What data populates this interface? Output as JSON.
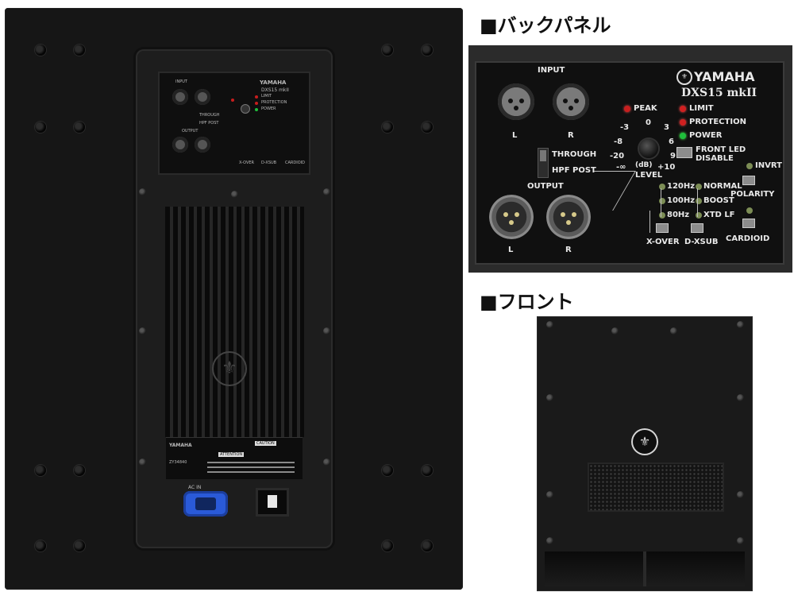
{
  "headings": {
    "back_panel": "■バックパネル",
    "front": "■フロント"
  },
  "zoom_panel": {
    "brand": "YAMAHA",
    "model": "DXS15 mkII",
    "input_label": "INPUT",
    "output_label": "OUTPUT",
    "left": "L",
    "right": "R",
    "peak": "PEAK",
    "limit": "LIMIT",
    "protection": "PROTECTION",
    "power": "POWER",
    "front_led": "FRONT LED",
    "disable": "DISABLE",
    "through": "THROUGH",
    "hpf_post": "HPF POST",
    "level_db": "(dB)",
    "level": "LEVEL",
    "dial": {
      "m3": "-3",
      "zero": "0",
      "p3": "3",
      "m8": "-8",
      "p6": "6",
      "m20": "-20",
      "p9": "9",
      "minf": "-∞",
      "p10": "+10"
    },
    "hz120": "120Hz",
    "hz100": "100Hz",
    "hz80": "80Hz",
    "normal": "NORMAL",
    "boost": "BOOST",
    "xtd_lf": "XTD LF",
    "invrt": "INVRT",
    "polarity": "POLARITY",
    "x_over": "X-OVER",
    "d_xsub": "D-XSUB",
    "cardioid": "CARDIOID"
  },
  "rear": {
    "ac_in": "AC IN",
    "attention": "ATTENTION",
    "caution": "CAUTION",
    "yamaha": "YAMAHA",
    "serial": "ZY34840"
  },
  "colors": {
    "peak_led": "#c81e1e",
    "limit_led": "#d02020",
    "protection_led": "#d02020",
    "power_led": "#1fbf3c",
    "ac_inlet": "#2a5ad8"
  },
  "icons": {
    "logo": "yamaha-tuning-fork-emblem"
  }
}
